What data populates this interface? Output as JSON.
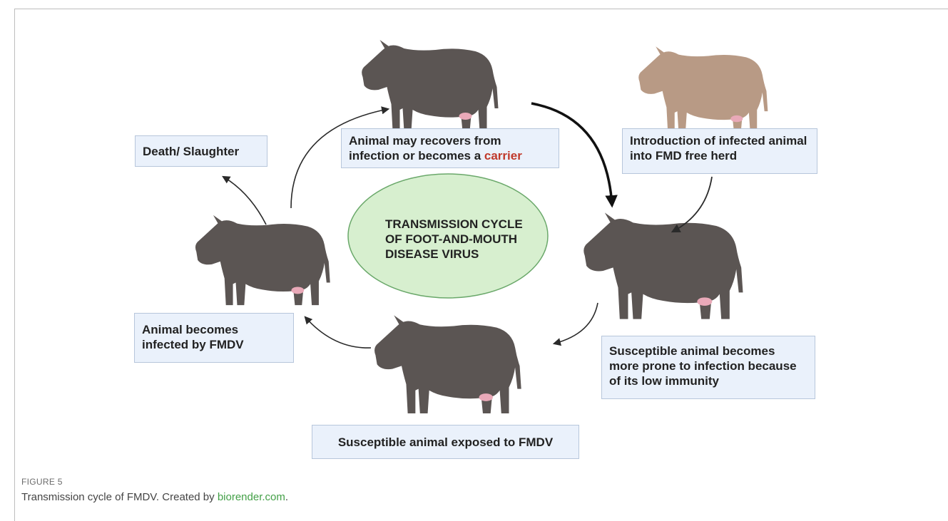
{
  "diagram": {
    "center": {
      "line1": "TRANSMISSION CYCLE",
      "line2": "OF FOOT-AND-MOUTH",
      "line3": "DISEASE VIRUS"
    },
    "boxes": {
      "recover": {
        "text": "Animal may recovers from infection or becomes a ",
        "highlight": "carrier"
      },
      "introduction": {
        "text": "Introduction of infected animal into FMD free herd"
      },
      "susceptible_prone": {
        "text": "Susceptible animal becomes more prone to infection because of its low immunity"
      },
      "exposed": {
        "text": "Susceptible animal exposed to FMDV"
      },
      "infected": {
        "text": "Animal becomes infected by FMDV"
      },
      "death": {
        "text": "Death/ Slaughter"
      }
    },
    "colors": {
      "cow": "#5b5553",
      "cow_infected": "#b89a85",
      "udder": "#e9a9b8",
      "ellipse_fill": "#d7efcf",
      "ellipse_stroke": "#6aa86a",
      "box_fill": "#eaf1fb",
      "highlight": "#c0392b",
      "link": "#43a047"
    },
    "icons": [
      "cow-icon",
      "arrow-icon"
    ]
  },
  "caption": {
    "label": "FIGURE 5",
    "text": "Transmission cycle of FMDV. Created by ",
    "link": "biorender.com",
    "end": "."
  }
}
